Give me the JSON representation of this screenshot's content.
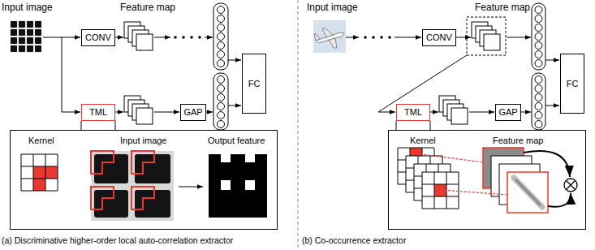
{
  "diagram": {
    "nodes": [
      {
        "text": [
          "CONV"
        ]
      },
      {
        "text": [
          "TML"
        ]
      },
      {
        "text": [
          "GAP"
        ]
      },
      {
        "text": [
          "FC"
        ]
      },
      {
        "text": [
          "Kernel",
          "Input image",
          "Output feature"
        ]
      },
      {
        "text": [
          "CONV"
        ]
      },
      {
        "text": [
          "TML"
        ]
      },
      {
        "text": [
          "GAP"
        ]
      },
      {
        "text": [
          "FC"
        ]
      },
      {
        "text": [
          "Kernel",
          "Feature map"
        ]
      }
    ],
    "labels": [
      "Input image",
      "Feature map",
      "Input image",
      "Feature map",
      "(a) Discriminative higher-order local auto-correlation extractor",
      "(b) Co-occurrence extractor"
    ]
  }
}
